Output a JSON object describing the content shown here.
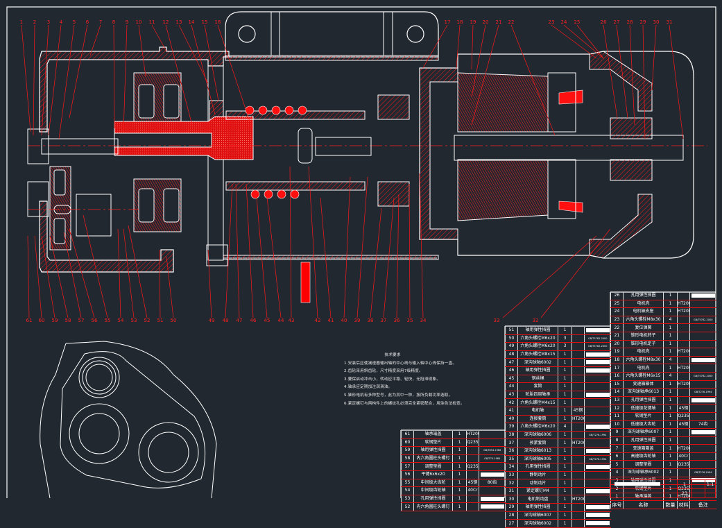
{
  "drawing": {
    "title": "减速器装配图",
    "colors": {
      "background": "#212830",
      "outline": "#ffffff",
      "section": "#ff0000",
      "leader": "#ff0000"
    }
  },
  "part_labels_top": [
    "1",
    "2",
    "3",
    "4",
    "5",
    "6",
    "7",
    "8",
    "9",
    "10",
    "11",
    "12",
    "13",
    "14",
    "15",
    "16",
    "17",
    "18",
    "19",
    "20",
    "21",
    "22",
    "23",
    "24",
    "25",
    "26",
    "27",
    "28",
    "29",
    "30",
    "31"
  ],
  "part_labels_bottom": [
    "61",
    "60",
    "59",
    "58",
    "57",
    "56",
    "55",
    "54",
    "53",
    "52",
    "51",
    "50",
    "49",
    "48",
    "47",
    "46",
    "45",
    "44",
    "43",
    "42",
    "41",
    "40",
    "39",
    "38",
    "37",
    "36",
    "35",
    "34"
  ],
  "part_labels_diag": [
    "33",
    "32"
  ],
  "tech_notes": {
    "title": "技术要求",
    "lines": [
      "1.安装后应使减速器输出轴的中心线与输入轴中心线保持一直。",
      "2.齿轮采用斜齿轮，尺寸精度采用7级精度。",
      "3.要保启动冲击小，转动应平稳、轻快，无阻滞现象。",
      "4.轴承应定期加注润滑油。",
      "5.锥形电机有多种型号，此为其中一种，按所负载功率选取。",
      "6.紧定螺钉与两构件上的螺纹孔必须完全紧密配合，用涂色法检查。"
    ]
  },
  "bom_right": [
    {
      "no": "26",
      "name": "孔用弹性挡圈",
      "qty": "1",
      "mat": "",
      "note": "bar"
    },
    {
      "no": "25",
      "name": "电机壳",
      "qty": "1",
      "mat": "HT200",
      "note": ""
    },
    {
      "no": "24",
      "name": "电机轴支座",
      "qty": "1",
      "mat": "HT200",
      "note": ""
    },
    {
      "no": "23",
      "name": "六角头螺栓M8x30",
      "qty": "4",
      "mat": "",
      "note": "GB/T5782-2000"
    },
    {
      "no": "22",
      "name": "复位弹簧",
      "qty": "1",
      "mat": "",
      "note": ""
    },
    {
      "no": "21",
      "name": "锥形电机转子",
      "qty": "1",
      "mat": "",
      "note": ""
    },
    {
      "no": "20",
      "name": "锥形电机定子",
      "qty": "1",
      "mat": "",
      "note": ""
    },
    {
      "no": "19",
      "name": "电机壳",
      "qty": "1",
      "mat": "HT200",
      "note": ""
    },
    {
      "no": "18",
      "name": "六角头螺栓M8x30",
      "qty": "4",
      "mat": "",
      "note": "bar"
    },
    {
      "no": "17",
      "name": "电机壳",
      "qty": "1",
      "mat": "HT200",
      "note": ""
    },
    {
      "no": "16",
      "name": "六角头螺栓M6x15",
      "qty": "4",
      "mat": "",
      "note": "GB/T5782-2000"
    },
    {
      "no": "15",
      "name": "变速箱箱体",
      "qty": "1",
      "mat": "HT200",
      "note": ""
    },
    {
      "no": "14",
      "name": "深沟球轴承6013",
      "qty": "1",
      "mat": "",
      "note": "GB/T276-1994"
    },
    {
      "no": "13",
      "name": "孔用弹性挡圈",
      "qty": "1",
      "mat": "",
      "note": "bar"
    },
    {
      "no": "12",
      "name": "低速级花键轴",
      "qty": "1",
      "mat": "45钢",
      "note": ""
    },
    {
      "no": "11",
      "name": "软钢垫片",
      "qty": "1",
      "mat": "Q235",
      "note": ""
    },
    {
      "no": "10",
      "name": "低速级大齿轮",
      "qty": "1",
      "mat": "45钢",
      "note": "74齿"
    },
    {
      "no": "9",
      "name": "深沟球轴承6007",
      "qty": "1",
      "mat": "",
      "note": "bar"
    },
    {
      "no": "8",
      "name": "孔用弹性挡圈",
      "qty": "1",
      "mat": "",
      "note": ""
    },
    {
      "no": "7",
      "name": "变速箱箱盖",
      "qty": "1",
      "mat": "HT200",
      "note": ""
    },
    {
      "no": "6",
      "name": "高速级齿轮轴",
      "qty": "1",
      "mat": "40Cr",
      "note": ""
    },
    {
      "no": "5",
      "name": "调整垫圈",
      "qty": "1",
      "mat": "Q235",
      "note": ""
    },
    {
      "no": "4",
      "name": "深沟球轴承6002",
      "qty": "1",
      "mat": "",
      "note": "GB/T276-1994"
    },
    {
      "no": "3",
      "name": "轴用弹性挡圈",
      "qty": "1",
      "mat": "",
      "note": "bar"
    },
    {
      "no": "2",
      "name": "软钢垫片",
      "qty": "1",
      "mat": "Q235",
      "note": ""
    },
    {
      "no": "1",
      "name": "轴承端盖",
      "qty": "1",
      "mat": "HT200",
      "note": ""
    }
  ],
  "bom_header": {
    "no": "序号",
    "name": "名称",
    "qty": "数量",
    "mat": "材料",
    "note": "备注"
  },
  "bom_mid": [
    {
      "no": "51",
      "name": "轴用弹性挡圈",
      "qty": "1",
      "mat": "",
      "note": "bar"
    },
    {
      "no": "50",
      "name": "六角头螺栓M6x20",
      "qty": "3",
      "mat": "",
      "note": "GB/T5782-2000"
    },
    {
      "no": "49",
      "name": "六角头螺栓M6x20",
      "qty": "3",
      "mat": "",
      "note": "GB/T5782-2000"
    },
    {
      "no": "48",
      "name": "六角头螺栓M8x15",
      "qty": "1",
      "mat": "",
      "note": "bar"
    },
    {
      "no": "47",
      "name": "深沟球轴6002",
      "qty": "1",
      "mat": "",
      "note": "bar"
    },
    {
      "no": "46",
      "name": "轴用弹性挡圈",
      "qty": "1",
      "mat": "",
      "note": "bar"
    },
    {
      "no": "45",
      "name": "钢丝绳",
      "qty": "1",
      "mat": "",
      "note": ""
    },
    {
      "no": "44",
      "name": "套筒",
      "qty": "1",
      "mat": "",
      "note": ""
    },
    {
      "no": "43",
      "name": "轮胎四周轴承",
      "qty": "1",
      "mat": "",
      "note": "bar"
    },
    {
      "no": "42",
      "name": "六角头螺栓M4x15",
      "qty": "1",
      "mat": "",
      "note": ""
    },
    {
      "no": "41",
      "name": "电机轴",
      "qty": "1",
      "mat": "45钢",
      "note": ""
    },
    {
      "no": "40",
      "name": "连接套筒",
      "qty": "1",
      "mat": "HT200",
      "note": ""
    },
    {
      "no": "39",
      "name": "六角头螺栓M6x20",
      "qty": "4",
      "mat": "",
      "note": "bar"
    },
    {
      "no": "38",
      "name": "深沟球轴6006",
      "qty": "1",
      "mat": "",
      "note": "GB/T276-1994"
    },
    {
      "no": "37",
      "name": "预紧套筒",
      "qty": "1",
      "mat": "HT200",
      "note": ""
    },
    {
      "no": "36",
      "name": "深沟球轴6013",
      "qty": "1",
      "mat": "",
      "note": "bar"
    },
    {
      "no": "35",
      "name": "深沟球轴6005",
      "qty": "1",
      "mat": "",
      "note": "GB/T276-1994"
    },
    {
      "no": "34",
      "name": "孔用弹性挡圈",
      "qty": "1",
      "mat": "",
      "note": "bar"
    },
    {
      "no": "33",
      "name": "静制动片",
      "qty": "1",
      "mat": "",
      "note": ""
    },
    {
      "no": "32",
      "name": "动制动片",
      "qty": "1",
      "mat": "",
      "note": ""
    },
    {
      "no": "31",
      "name": "紧定螺钉M4",
      "qty": "1",
      "mat": "",
      "note": "bar"
    },
    {
      "no": "30",
      "name": "电机制动盘",
      "qty": "1",
      "mat": "HT200",
      "note": ""
    },
    {
      "no": "29",
      "name": "轴用弹性挡圈",
      "qty": "1",
      "mat": "",
      "note": "bar"
    },
    {
      "no": "28",
      "name": "深沟球轴6007",
      "qty": "1",
      "mat": "",
      "note": "bar"
    },
    {
      "no": "27",
      "name": "深沟球轴6002",
      "qty": "1",
      "mat": "",
      "note": "bar"
    }
  ],
  "bom_left": [
    {
      "no": "61",
      "name": "轴承端盖",
      "qty": "1",
      "mat": "HT200",
      "note": ""
    },
    {
      "no": "60",
      "name": "软钢垫片",
      "qty": "1",
      "mat": "Q235",
      "note": ""
    },
    {
      "no": "59",
      "name": "轴用弹性挡圈",
      "qty": "1",
      "mat": "",
      "note": "GB/T894-1986"
    },
    {
      "no": "58",
      "name": "内六角圆柱头螺钉",
      "qty": "1",
      "mat": "",
      "note": "GB/T70-1985"
    },
    {
      "no": "57",
      "name": "调整垫圈",
      "qty": "1",
      "mat": "Q235",
      "note": ""
    },
    {
      "no": "56",
      "name": "平键6x6x20",
      "qty": "1",
      "mat": "",
      "note": "bar"
    },
    {
      "no": "55",
      "name": "中间级大齿轮",
      "qty": "1",
      "mat": "45钢",
      "note": "80齿"
    },
    {
      "no": "54",
      "name": "中间级齿轮轴",
      "qty": "1",
      "mat": "40Cr",
      "note": ""
    },
    {
      "no": "53",
      "name": "孔用弹性挡圈",
      "qty": "1",
      "mat": "",
      "note": "bar"
    },
    {
      "no": "52",
      "name": "内六角圆柱头螺钉",
      "qty": "1",
      "mat": "",
      "note": "bar"
    }
  ],
  "title_block": {
    "scale": "1:1",
    "count": "1",
    "sheet": "23"
  }
}
